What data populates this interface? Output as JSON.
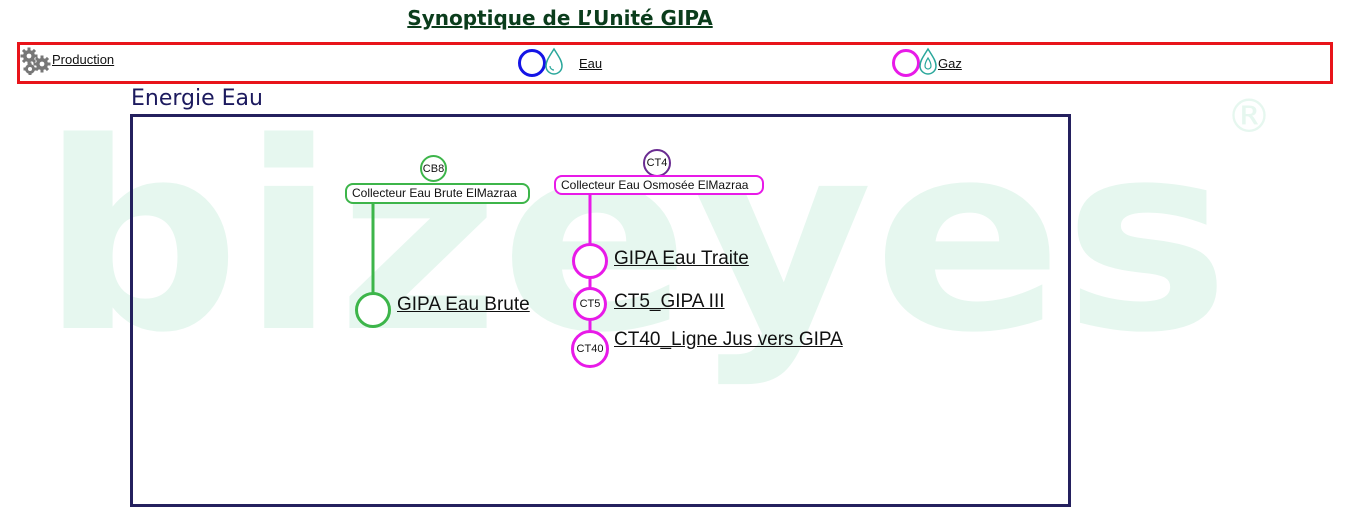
{
  "header": {
    "title": "Synoptique de L’Unité GIPA"
  },
  "nav": {
    "production_label": "Production ",
    "eau_label": "Eau",
    "gaz_label": "Gaz"
  },
  "section": {
    "title": "Energie Eau"
  },
  "watermark": {
    "text": "bizeyes",
    "mark": "®"
  },
  "diagram": {
    "brute": {
      "collector_code": "CB8",
      "collector_label": "Collecteur Eau Brute ElMazraa",
      "nodes": [
        {
          "label": "GIPA Eau Brute"
        }
      ]
    },
    "osmosee": {
      "collector_code": "CT4",
      "collector_label": "Collecteur Eau Osmosée ElMazraa",
      "nodes": [
        {
          "code": "",
          "label": "GIPA Eau Traite"
        },
        {
          "code": "CT5",
          "label": "CT5_GIPA III"
        },
        {
          "code": "CT40",
          "label": "CT40_Ligne Jus vers GIPA"
        }
      ]
    }
  },
  "colors": {
    "nav_border": "#e8141a",
    "green": "#3db54a",
    "magenta": "#e81ae8",
    "purple": "#6a2c91",
    "blue": "#1414e6",
    "frame": "#24205e",
    "watermark": "#e6f7ef"
  }
}
